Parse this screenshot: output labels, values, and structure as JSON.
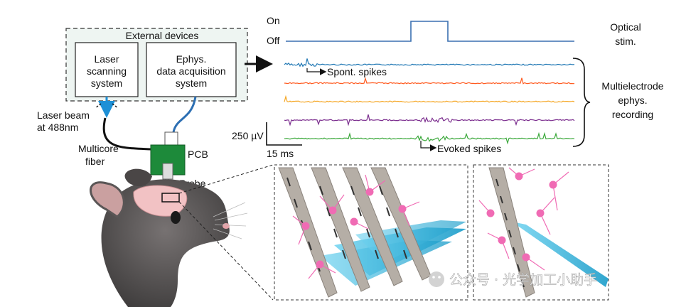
{
  "external": {
    "title": "External devices",
    "laser_system": [
      "Laser",
      "scanning",
      "system"
    ],
    "ephys_system": [
      "Ephys.",
      "data acquisition",
      "system"
    ]
  },
  "labels": {
    "laser_beam": [
      "Laser beam",
      "at 488nm"
    ],
    "fiber": [
      "Multicore",
      "fiber"
    ],
    "pcb": "PCB",
    "probe": "Probe"
  },
  "stim": {
    "on": "On",
    "off": "Off",
    "label": [
      "Optical",
      "stim."
    ]
  },
  "recording": {
    "label": [
      "Multielectrode",
      "ephys.",
      "recording"
    ],
    "spont": "Spont. spikes",
    "evoked": "Evoked spikes",
    "scale_v": "250 µV",
    "scale_t": "15 ms",
    "trace_colors": [
      "#1f77b4",
      "#ff5a1f",
      "#f5a623",
      "#7b2d8e",
      "#3aa83a"
    ]
  },
  "colors": {
    "beam": "#1e90d6",
    "pcb": "#1d8a3a",
    "neuron": "#f06bb4",
    "shank": "#b5aea6",
    "light_sheet": "#2bb6dd",
    "mouse": "#5a5656"
  },
  "watermark": "公众号 · 光学加工小助手"
}
